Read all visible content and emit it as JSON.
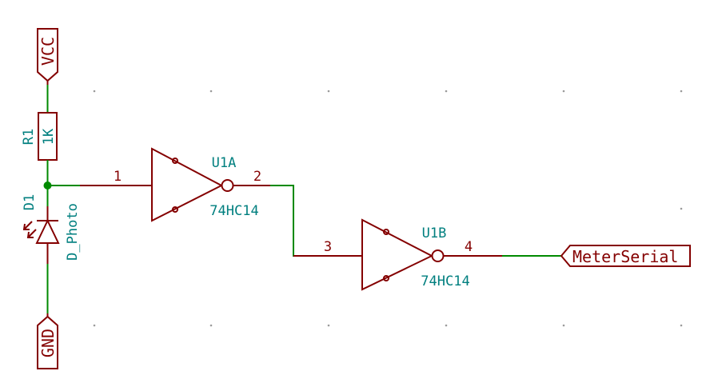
{
  "colors": {
    "wire": "#008a00",
    "part": "#840000",
    "ref_text": "#007f7f",
    "background": "#ffffff",
    "grid_dot": "#9a9a9a"
  },
  "power": {
    "vcc": "VCC",
    "gnd": "GND"
  },
  "resistor": {
    "ref": "R1",
    "value": "1K"
  },
  "photodiode": {
    "ref": "D1",
    "value": "D_Photo"
  },
  "inverter_a": {
    "ref": "U1A",
    "value": "74HC14",
    "input_pin": "1",
    "output_pin": "2"
  },
  "inverter_b": {
    "ref": "U1B",
    "value": "74HC14",
    "input_pin": "3",
    "output_pin": "4"
  },
  "net_label": "MeterSerial"
}
